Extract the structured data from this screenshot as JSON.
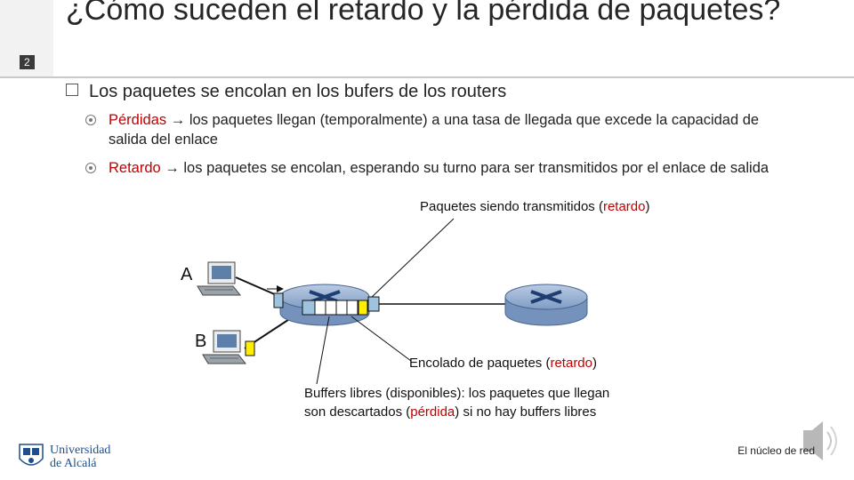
{
  "slide": {
    "number": "2",
    "title": "¿Cómo suceden el retardo y la pérdida de paquetes?"
  },
  "bullets": {
    "main": "Los paquetes se encolan en los bufers de los routers",
    "perdidas_term": "Pérdidas",
    "perdidas_rest": "los paquetes llegan (temporalmente) a una tasa de llegada que excede la capacidad de salida del enlace",
    "retardo_term": "Retardo",
    "retardo_rest": "los paquetes se encolan, esperando su turno para ser transmitidos por el enlace de salida",
    "arrow_glyph": "→"
  },
  "diagram": {
    "host_a": "A",
    "host_b": "B",
    "transmit_label": "Paquetes siendo transmitidos",
    "transmit_paren": "retardo",
    "queue_label": "Encolado de paquetes",
    "queue_paren": "retardo",
    "buffers_line1": "Buffers libres (disponibles): los paquetes que llegan",
    "buffers_line2_a": "son descartados (",
    "buffers_line2_red": "pérdida",
    "buffers_line2_b": ") si no hay buffers libres"
  },
  "footer": {
    "logo_line1": "Universidad",
    "logo_line2": "de Alcalá",
    "right_text": "El núcleo de red"
  },
  "colors": {
    "accent_red": "#c00000",
    "router_blue": "#8ea8cc",
    "packet_blue": "#9ec3de",
    "packet_yellow": "#ffee00",
    "logo_blue": "#1e4f8c"
  },
  "icons": [
    "computer-icon",
    "router-icon",
    "speaker-icon",
    "university-crest-icon"
  ]
}
